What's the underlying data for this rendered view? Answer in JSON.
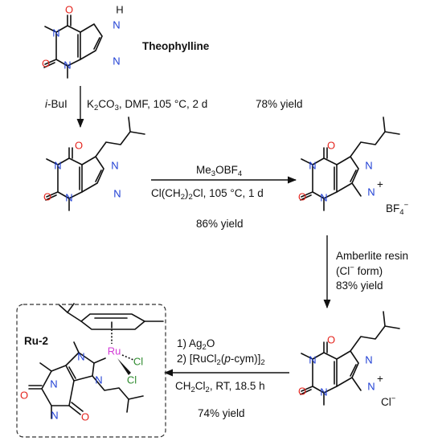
{
  "colors": {
    "oxygen": "#e4241d",
    "nitrogen": "#1f3fd4",
    "ruthenium": "#d23ad6",
    "chlorine": "#2e8b2e",
    "bond": "#111111"
  },
  "compounds": {
    "theophylline": {
      "name": "Theophylline"
    },
    "salt_bf4": {
      "counterion": "BF",
      "counterion_sub": "4",
      "counterion_charge": "−",
      "charge": "+"
    },
    "salt_cl": {
      "counterion": "Cl",
      "counterion_charge": "−",
      "charge": "+"
    },
    "complex": {
      "name": "Ru-2"
    }
  },
  "steps": {
    "step1": {
      "reagent_prefix": "i",
      "reagent_rest": "-BuI",
      "conditions_K": "K",
      "conditions_K_sub": "2",
      "conditions_rest": "CO",
      "conditions_rest_sub": "3",
      "conditions_tail": ", DMF, 105 °C, 2 d",
      "yield": "78% yield"
    },
    "step2": {
      "reagent_me": "Me",
      "reagent_me_sub": "3",
      "reagent_obf": "OBF",
      "reagent_obf_sub": "4",
      "cond_a": "Cl(CH",
      "cond_a_sub": "2",
      "cond_b": ")",
      "cond_b_sub": "2",
      "cond_c": "Cl, 105 °C, 1 d",
      "yield": "86% yield"
    },
    "step3": {
      "line1": "Amberlite resin",
      "line2_a": "(Cl",
      "line2_sup": "−",
      "line2_b": " form)",
      "yield": "83% yield"
    },
    "step4": {
      "line1_a": "1) Ag",
      "line1_sub": "2",
      "line1_b": "O",
      "line2_a": "2) [RuCl",
      "line2_sub": "2",
      "line2_b": "(",
      "line2_it": "p",
      "line2_c": "-cym)]",
      "line2_sub2": "2",
      "line3_a": "CH",
      "line3_sub": "2",
      "line3_b": "Cl",
      "line3_sub2": "2",
      "line3_c": ", RT, 18.5 h",
      "yield": "74% yield"
    }
  },
  "atoms": {
    "O": "O",
    "N": "N",
    "H": "H",
    "Ru": "Ru",
    "Cl": "Cl"
  }
}
